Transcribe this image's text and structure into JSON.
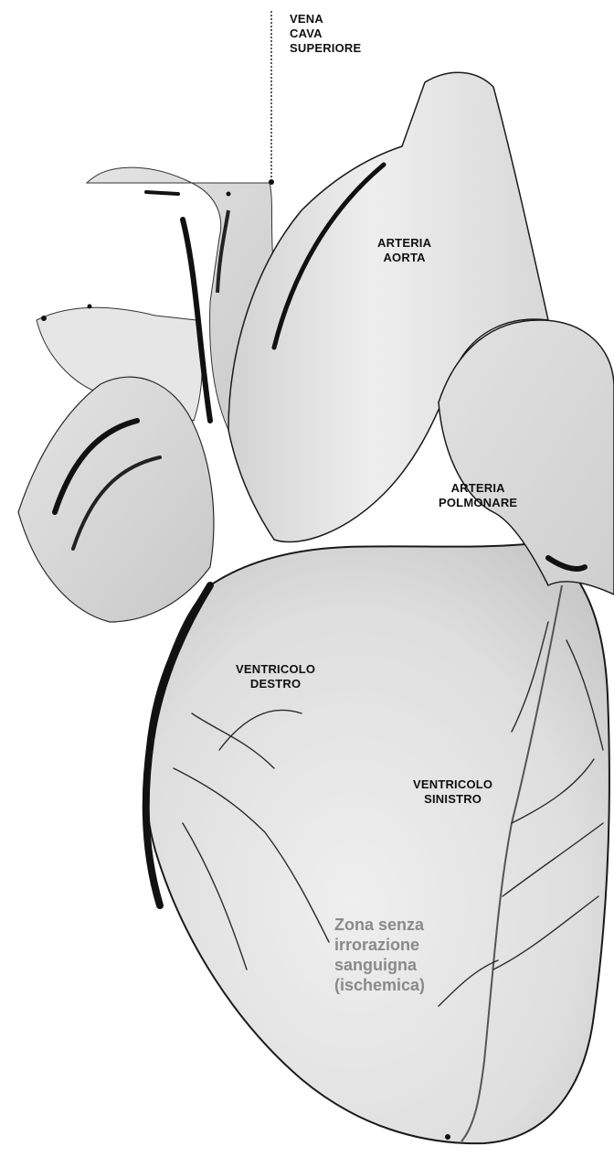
{
  "labels": {
    "vena_cava_superiore": [
      "VENA",
      "CAVA",
      "SUPERIORE"
    ],
    "arteria_aorta": [
      "ARTERIA",
      "AORTA"
    ],
    "arteria_polmonare": [
      "ARTERIA",
      "POLMONARE"
    ],
    "ventricolo_destro": [
      "VENTRICOLO",
      "DESTRO"
    ],
    "ventricolo_sinistro": [
      "VENTRICOLO",
      "SINISTRO"
    ]
  },
  "ischemic_zone": [
    "Zona senza",
    "irrorazione",
    "sanguigna",
    "(ischemica)"
  ],
  "colors": {
    "label_text": "#111111",
    "ischemic_text": "#8a8a8a",
    "heart_fill": "#e6e6e6",
    "outline": "#1a1a1a"
  }
}
